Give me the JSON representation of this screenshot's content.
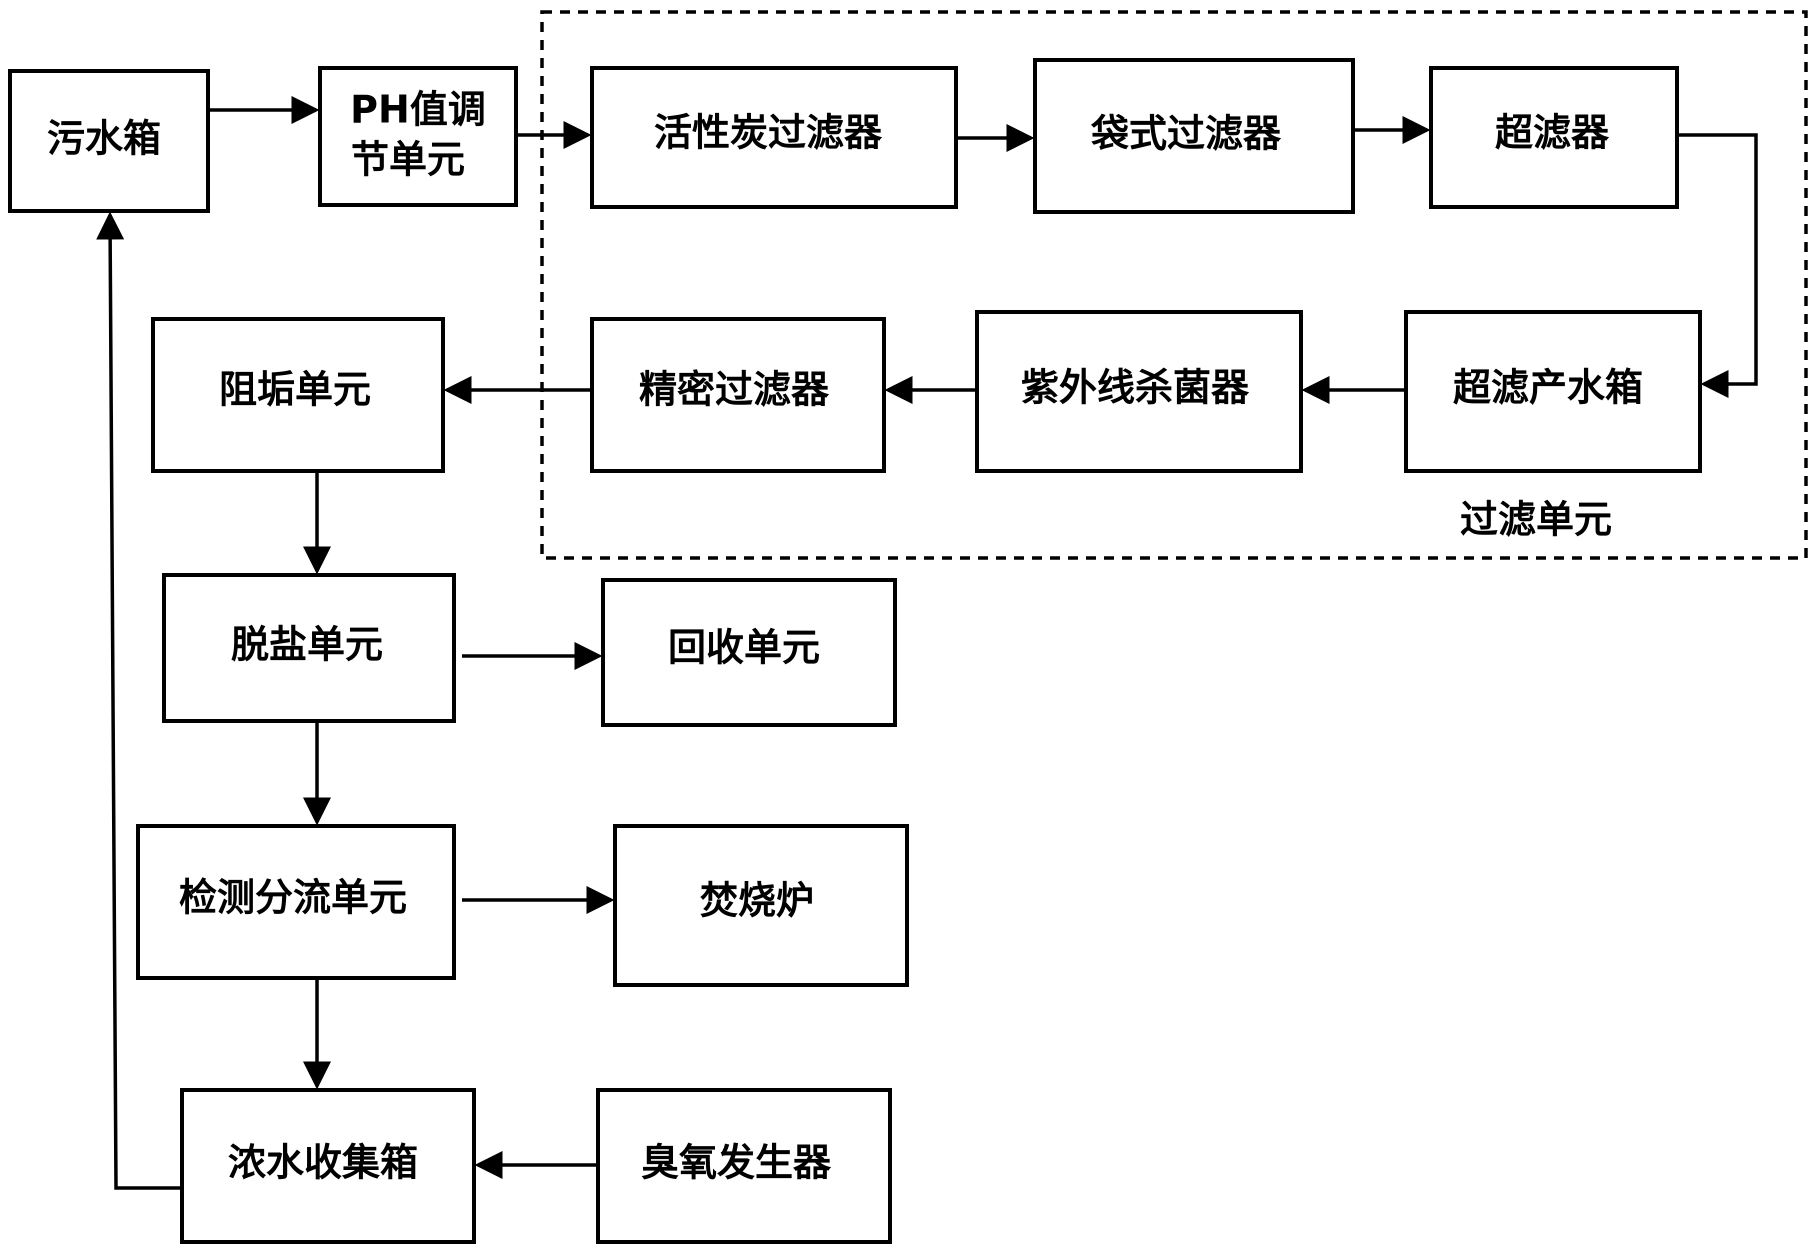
{
  "nodes": {
    "sewage_tank": "污水箱",
    "ph_adjust_line1": "PH值调",
    "ph_adjust_line2": "节单元",
    "activated_carbon_filter": "活性炭过滤器",
    "bag_filter": "袋式过滤器",
    "ultrafilter": "超滤器",
    "uf_product_tank": "超滤产水箱",
    "uv_sterilizer": "紫外线杀菌器",
    "precision_filter": "精密过滤器",
    "scale_inhibition_unit": "阻垢单元",
    "desalination_unit": "脱盐单元",
    "recovery_unit": "回收单元",
    "detection_split_unit": "检测分流单元",
    "incinerator": "焚烧炉",
    "concentrate_tank": "浓水收集箱",
    "ozone_generator": "臭氧发生器"
  },
  "filter_group_label": "过滤单元"
}
